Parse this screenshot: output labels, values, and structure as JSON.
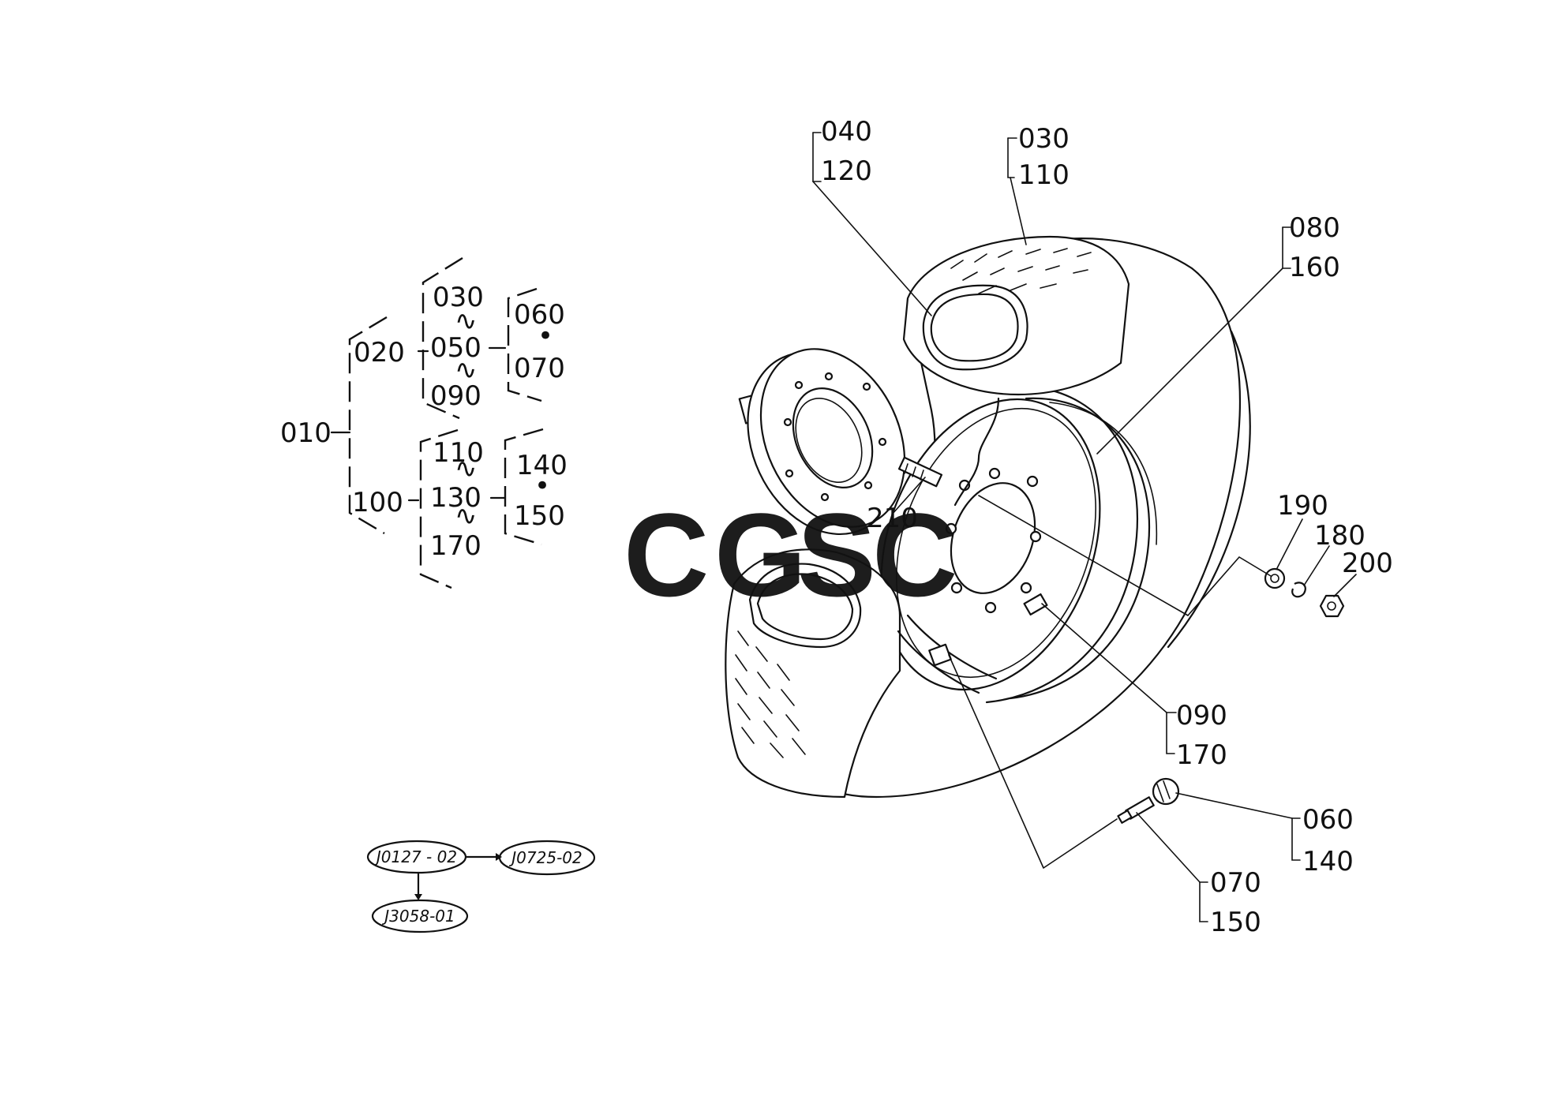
{
  "diagram": {
    "tree": {
      "root": "010",
      "level1": [
        "020",
        "100"
      ],
      "group_upper": [
        "030",
        "050",
        "090"
      ],
      "group_lower": [
        "110",
        "130",
        "170"
      ],
      "sub_upper": [
        "060",
        "070"
      ],
      "sub_lower": [
        "140",
        "150"
      ],
      "range_glyph": "∿",
      "dot_glyph": "•"
    },
    "callouts": {
      "c040": "040",
      "c120": "120",
      "c030": "030",
      "c110": "110",
      "c080": "080",
      "c160": "160",
      "c210": "210",
      "c190": "190",
      "c180": "180",
      "c200": "200",
      "c090": "090",
      "c170": "170",
      "c060": "060",
      "c140": "140",
      "c070": "070",
      "c150": "150"
    },
    "references": {
      "ref1": "J0127 - 02",
      "ref2": "J0725-02",
      "ref3": "J3058-01"
    },
    "watermark": {
      "letters": [
        "C",
        "G",
        "S",
        "C"
      ],
      "colors": [
        "#8ab4f8",
        "#f28b82",
        "#fdd663",
        "#81c995"
      ]
    }
  }
}
